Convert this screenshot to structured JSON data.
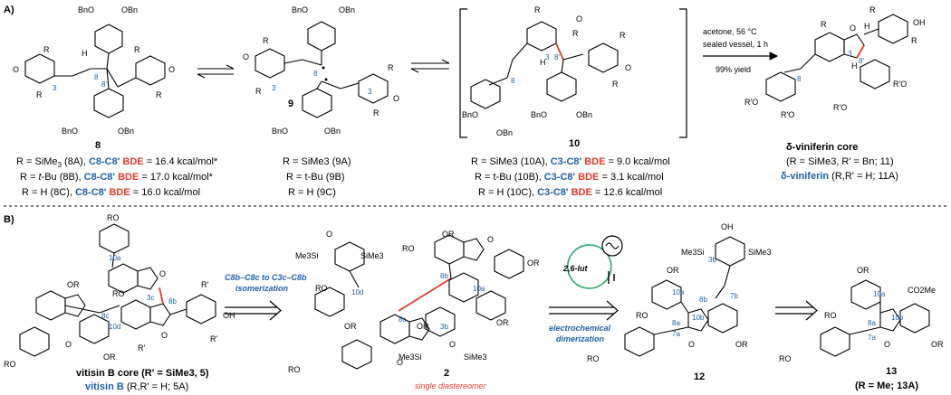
{
  "sections": {
    "a": "A)",
    "b": "B)"
  },
  "compounds": {
    "c8": {
      "number": "8",
      "lines": [
        {
          "r": "R = SiMe",
          "sub": "3",
          "tag": " (8A), ",
          "bond": "C8-C8'",
          "bde": "BDE",
          "val": " = 16.4 kcal/mol*"
        },
        {
          "r": "R = ",
          "rit": "t",
          "r2": "-Bu (8B), ",
          "bond": "C8-C8'",
          "bde": "BDE",
          "val": " = 17.0 kcal/mol*"
        },
        {
          "r": "R = H (8C), ",
          "bond": "C8-C8'",
          "bde": "BDE",
          "val": " = 16.0 kcal/mol"
        }
      ]
    },
    "c9": {
      "number": "9",
      "lines": [
        "R = SiMe3 (9A)",
        "R = t-Bu (9B)",
        "R = H (9C)"
      ]
    },
    "c10": {
      "number": "10",
      "lines": [
        {
          "r": "R = SiMe3 (10A), ",
          "bond": "C3-C8'",
          "bde": "BDE",
          "val": " = 9.0 kcal/mol"
        },
        {
          "r": "R = t-Bu (10B), ",
          "bond": "C3-C8'",
          "bde": "BDE",
          "val": " = 3.1 kcal/mol"
        },
        {
          "r": "R = H (10C), ",
          "bond": "C3-C8'",
          "bde": "BDE",
          "val": " = 12.6 kcal/mol"
        }
      ]
    },
    "c11": {
      "title": "δ-viniferin core",
      "line1": "(R = SiMe3, R' = Bn; 11)",
      "line2a": "δ-viniferin",
      "line2b": " (R,R' = H; 11A)"
    },
    "vitisin": {
      "title": "vitisin B core (R' = SiMe3, 5)",
      "line2a": "vitisin B",
      "line2b": " (R,R' = H; 5A)"
    },
    "c2": {
      "number": "2",
      "note": "single diastereomer"
    },
    "c12": {
      "number": "12"
    },
    "c13": {
      "number": "13",
      "note": "(R = Me; 13A)"
    }
  },
  "conditions": {
    "line1": "acetone, 56 °C",
    "line2": "sealed vessel, 1 h",
    "line3": "99% yield"
  },
  "arrows": {
    "isomerization": [
      "C8b–C8c to C3c–C8b",
      "isomerization"
    ],
    "electrochemical": [
      "electrochemical",
      "dimerization"
    ],
    "base": "2,6-lut"
  },
  "atom_labels": {
    "benzyloxy": "OBn",
    "bn_o": "BnO",
    "ro": "RO",
    "or": "OR",
    "oh": "OH",
    "r": "R",
    "r_prime": "R'",
    "r_prime_o": "R'O",
    "o": "O",
    "h": "H",
    "tms": "SiMe3",
    "me3si": "Me3Si",
    "co2me": "CO2Me",
    "n3": "3",
    "n8": "8",
    "n8p": "8'",
    "n3b": "3b",
    "n3c": "3c",
    "n7a": "7a",
    "n7b": "7b",
    "n8a": "8a",
    "n8b": "8b",
    "n8c": "8c",
    "n10a": "10a",
    "n10b": "10b",
    "n10d": "10d"
  }
}
